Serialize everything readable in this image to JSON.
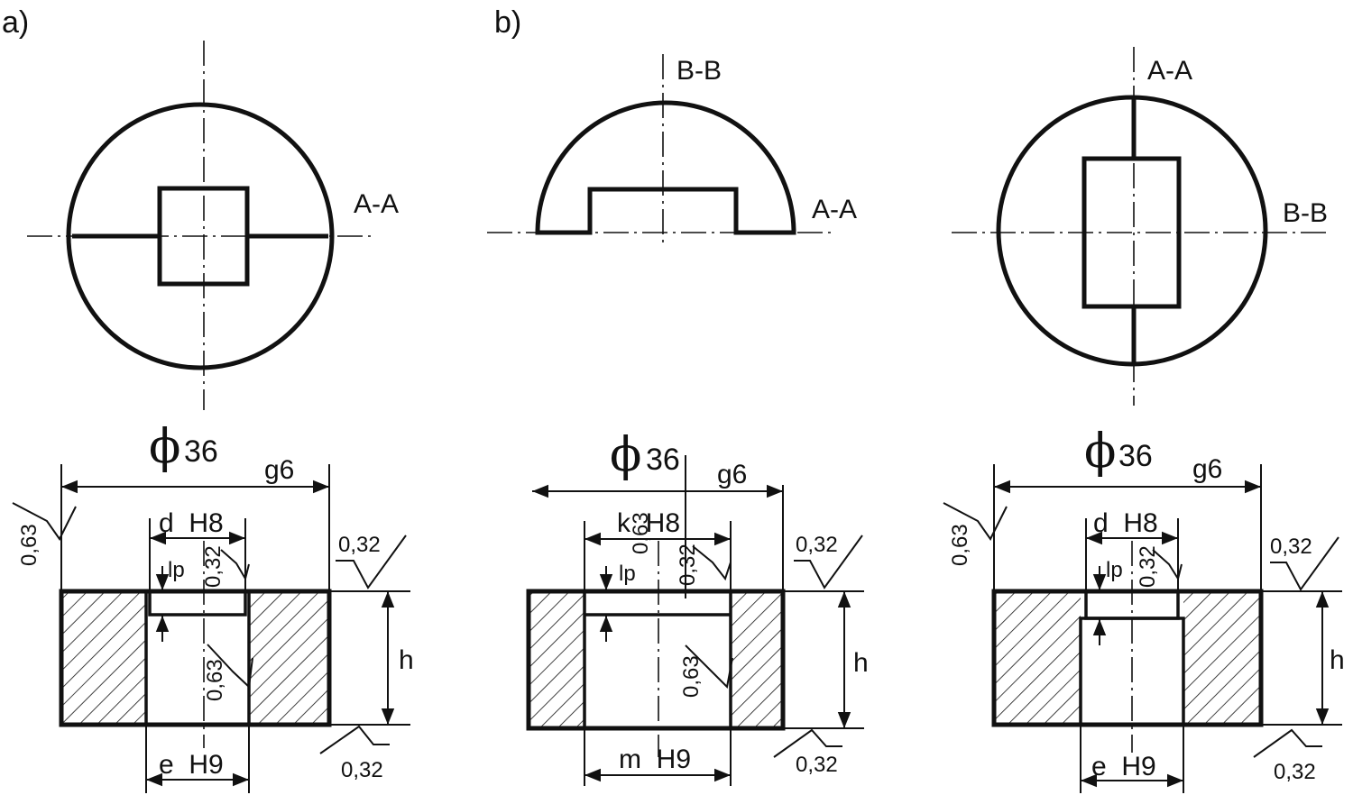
{
  "panels": {
    "a": {
      "panel_label": "a)",
      "section_label": "A-A",
      "dia_symbol": "ϕ",
      "dia_value": "36",
      "dia_tolerance": "g6",
      "inner_label": "d  H8",
      "bore_label": "e  H9",
      "depth_label": "lp",
      "height_label": "h",
      "rough_outer": "0,63",
      "rough_top": "0,32",
      "rough_inner_top": "0,32",
      "rough_inner_bore": "0,63",
      "rough_bottom": "0,32"
    },
    "b": {
      "panel_label": "b)",
      "section_top": "B-B",
      "section_side": "A-A",
      "dia_symbol": "ϕ",
      "dia_value": "36",
      "dia_tolerance": "g6",
      "inner_label": "k  H8",
      "inner_overlap": "0,63",
      "bore_label": "m  H9",
      "depth_label": "lp",
      "height_label": "h",
      "rough_top": "0,32",
      "rough_inner_top": "0,32",
      "rough_inner_bore": "0,63",
      "rough_bottom": "0,32"
    },
    "c": {
      "section_top": "A-A",
      "section_side": "B-B",
      "dia_symbol": "ϕ",
      "dia_value": "36",
      "dia_tolerance": "g6",
      "inner_label": "d  H8",
      "bore_label": "e  H9",
      "depth_label": "lp",
      "height_label": "h",
      "rough_outer": "0,63",
      "rough_top": "0,32",
      "rough_inner_top": "0,32",
      "rough_bottom": "0,32"
    }
  }
}
